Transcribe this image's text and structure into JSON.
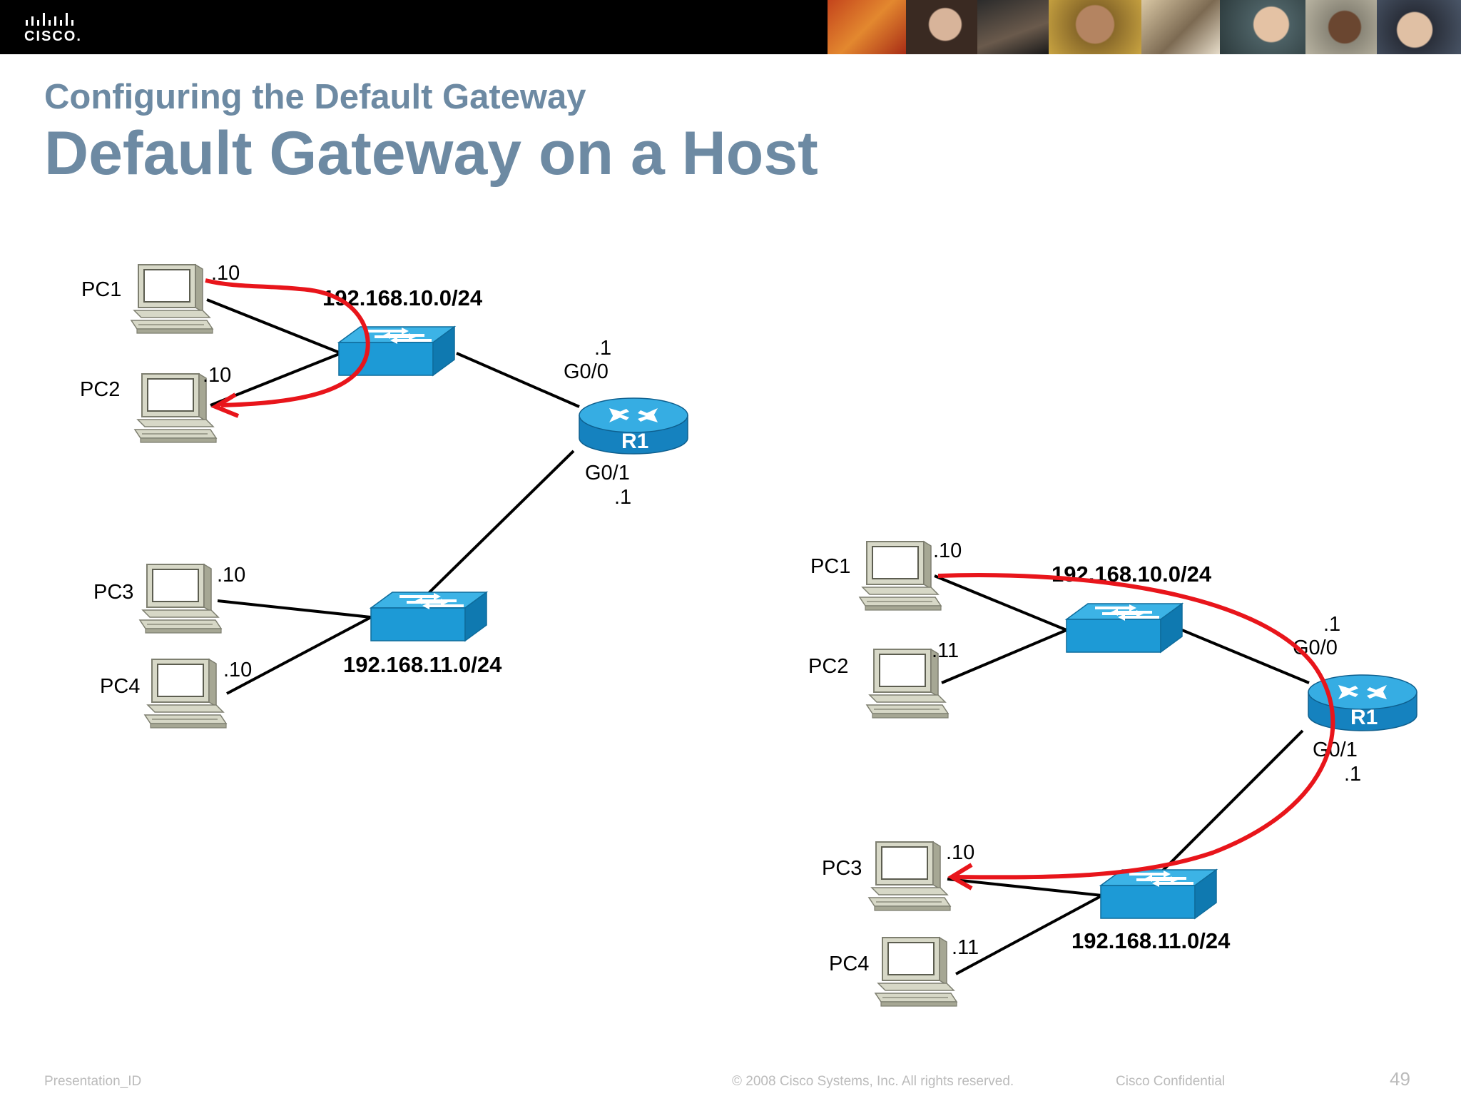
{
  "header": {
    "logo_text": "CISCO.",
    "photos": [
      "photo-1",
      "photo-2",
      "photo-3",
      "photo-4",
      "photo-5",
      "photo-6",
      "photo-7",
      "photo-8"
    ]
  },
  "slide": {
    "subtitle": "Configuring the Default Gateway",
    "title": "Default Gateway on a Host"
  },
  "left_diagram": {
    "pc1": {
      "name": "PC1",
      "ip": ".10"
    },
    "pc2": {
      "name": "PC2",
      "ip": ".10"
    },
    "pc3": {
      "name": "PC3",
      "ip": ".10"
    },
    "pc4": {
      "name": "PC4",
      "ip": ".10"
    },
    "net_top": "192.168.10.0/24",
    "net_bottom": "192.168.11.0/24",
    "router": {
      "name": "R1",
      "g00": "G0/0",
      "g00_ip": ".1",
      "g01": "G0/1",
      "g01_ip": ".1"
    }
  },
  "right_diagram": {
    "pc1": {
      "name": "PC1",
      "ip": ".10"
    },
    "pc2": {
      "name": "PC2",
      "ip": ".11"
    },
    "pc3": {
      "name": "PC3",
      "ip": ".10"
    },
    "pc4": {
      "name": "PC4",
      "ip": ".11"
    },
    "net_top": "192.168.10.0/24",
    "net_bottom": "192.168.11.0/24",
    "router": {
      "name": "R1",
      "g00": "G0/0",
      "g00_ip": ".1",
      "g01": "G0/1",
      "g01_ip": ".1"
    }
  },
  "colors": {
    "title": "#6d8aa3",
    "switch": "#1d9ad6",
    "router": "#1d8fcc",
    "arrow": "#e8151b"
  },
  "footer": {
    "presentation_id": "Presentation_ID",
    "copyright": "© 2008 Cisco Systems, Inc. All rights reserved.",
    "confidential": "Cisco Confidential",
    "page": "49"
  }
}
